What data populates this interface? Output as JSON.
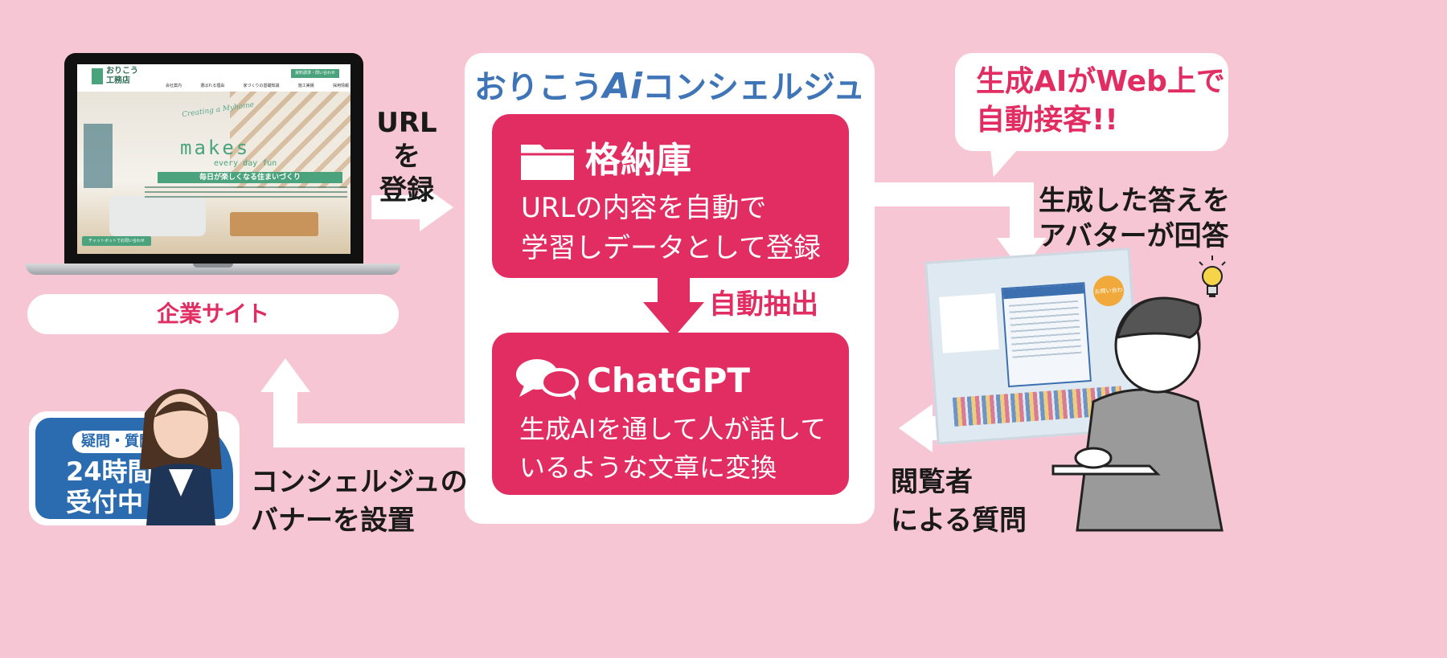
{
  "concierge": {
    "title_prefix": "おりこう",
    "title_ai": "Ai",
    "title_suffix": "コンシェルジュ"
  },
  "storage": {
    "heading": "格納庫",
    "desc_line1": "URLの内容を自動で",
    "desc_line2": "学習しデータとして登録"
  },
  "extract_label": "自動抽出",
  "chatgpt": {
    "heading": "ChatGPT",
    "desc_line1": "生成AIを通して人が話して",
    "desc_line2": "いるような文章に変換"
  },
  "url_register": {
    "line1": "URLを",
    "line2": "登録"
  },
  "company_site_label": "企業サイト",
  "banner_instruction": {
    "line1": "コンシェルジュの",
    "line2": "バナーを設置"
  },
  "banner": {
    "tag": "疑問・質問",
    "line1": "24時間",
    "line2": "受付中"
  },
  "speech_bubble": {
    "line1": "生成AIがWeb上で",
    "line2": "自動接客!!"
  },
  "avatar_answer": {
    "line1": "生成した答えを",
    "line2": "アバターが回答"
  },
  "visitor_question": {
    "line1": "閲覧者",
    "line2": "による質問"
  },
  "laptop_site": {
    "logo_line1": "おりこう",
    "logo_line2": "工務店",
    "cta": "資料請求・問い合わせ",
    "nav": [
      "会社案内",
      "選ばれる理由",
      "家づくりの基礎知識",
      "施工実績",
      "採用情報"
    ],
    "script_text": "Creating a Myhome",
    "makes": "makes",
    "every_day_fun": "every day fun",
    "tagline": "毎日が楽しくなる住まいづくり",
    "chat_button": "チャットボットでお問い合わせ"
  },
  "monitor_screen": {
    "contact": "お問い合わせ"
  },
  "colors": {
    "background": "#f7c6d4",
    "accent": "#e22d62",
    "title_blue": "#3f75b6",
    "banner_blue": "#2b6cb0"
  }
}
